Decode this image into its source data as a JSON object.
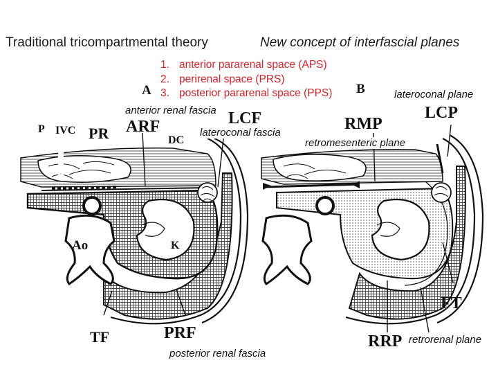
{
  "headings": {
    "left": "Traditional tricompartmental theory",
    "right": "New concept of interfascial planes"
  },
  "spaces_list": [
    {
      "num": "1.",
      "text": "anterior pararenal space (APS)"
    },
    {
      "num": "2.",
      "text": "perirenal space (PRS)"
    },
    {
      "num": "3.",
      "text": "posterior pararenal space (PPS)"
    }
  ],
  "panel_a": {
    "letter": "A",
    "labels": {
      "p": "P",
      "ivc": "IVC",
      "pr": "PR",
      "arf": "ARF",
      "dc": "DC",
      "lcf": "LCF",
      "ao": "Ao",
      "k": "K",
      "tf": "TF",
      "prf": "PRF"
    },
    "annotations": {
      "anterior_renal_fascia": "anterior renal fascia",
      "lateroconal_fascia": "lateroconal fascia",
      "posterior_renal_fascia": "posterior renal fascia"
    }
  },
  "panel_b": {
    "letter": "B",
    "labels": {
      "rmp": "RMP",
      "lcp": "LCP",
      "ft": "FT",
      "rrp": "RRP"
    },
    "annotations": {
      "lateroconal_plane": "lateroconal plane",
      "retromesenteric_plane": "retromesenteric plane",
      "retrorenal_plane": "retrorenal plane"
    }
  },
  "colors": {
    "list_text": "#d9232a",
    "ink": "#111111"
  }
}
